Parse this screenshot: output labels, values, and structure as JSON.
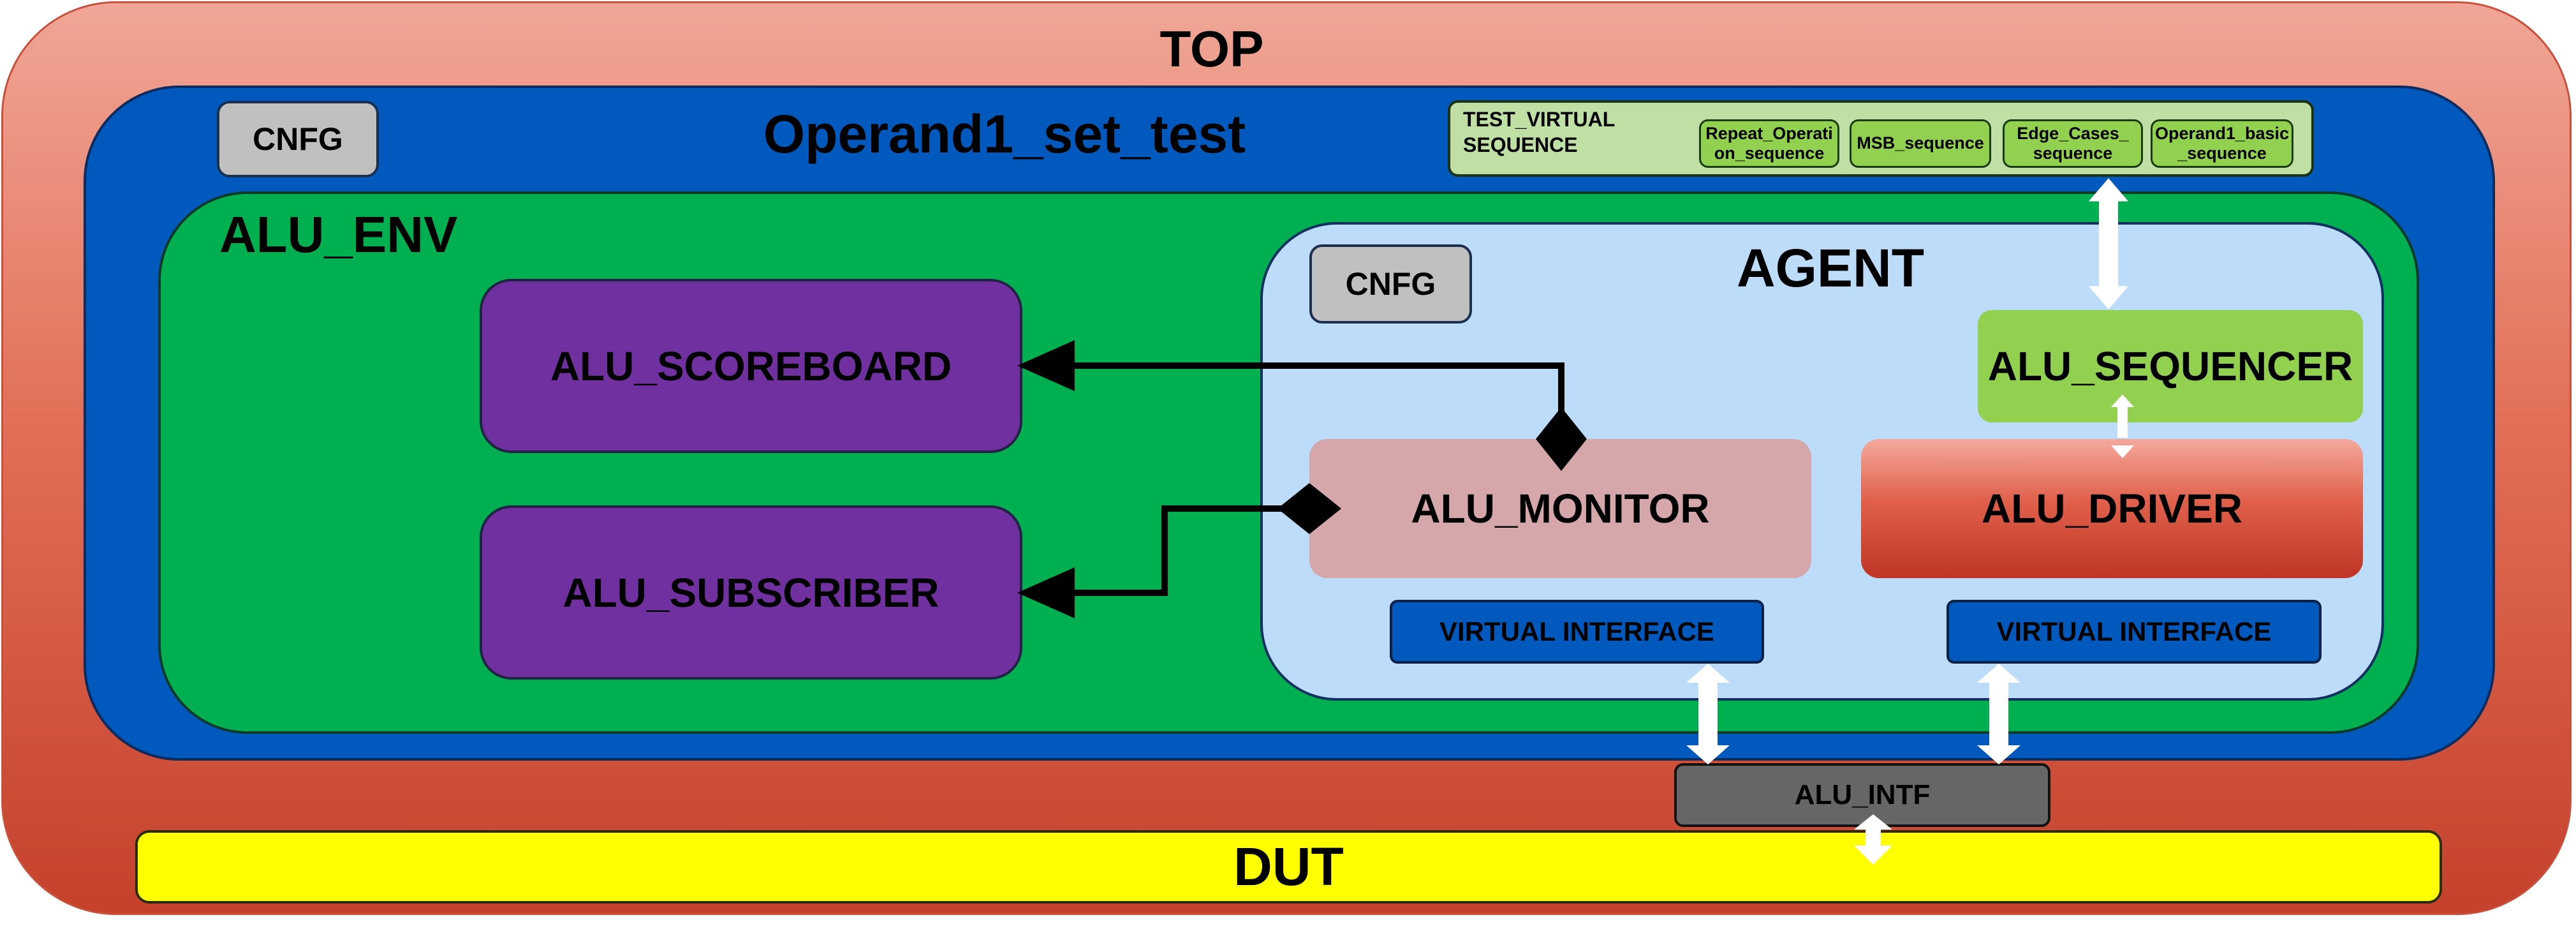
{
  "labels": {
    "top": "TOP",
    "test": "Operand1_set_test",
    "test_cnfg": "CNFG",
    "env": "ALU_ENV",
    "agent": "AGENT",
    "agent_cnfg": "CNFG",
    "scoreboard": "ALU_SCOREBOARD",
    "subscriber": "ALU_SUBSCRIBER",
    "monitor": "ALU_MONITOR",
    "driver": "ALU_DRIVER",
    "sequencer": "ALU_SEQUENCER",
    "vif_monitor": "VIRTUAL INTERFACE",
    "vif_driver": "VIRTUAL INTERFACE",
    "intf": "ALU_INTF",
    "dut": "DUT"
  },
  "virtual_sequence": {
    "title_line1": "TEST_VIRTUAL",
    "title_line2": "SEQUENCE",
    "items": [
      {
        "line1": "Repeat_Operati",
        "line2": "on_sequence"
      },
      {
        "line1": "MSB_sequence",
        "line2": ""
      },
      {
        "line1": "Edge_Cases_",
        "line2": "sequence"
      },
      {
        "line1": "Operand1_basic",
        "line2": "_sequence"
      }
    ]
  },
  "colors": {
    "top": "#e8735e",
    "test": "#0159bd",
    "env": "#00b050",
    "agent": "#bddcfa",
    "component": "#7030a0",
    "monitor": "#d5a6aa",
    "driver": "#d9533f",
    "sequencer": "#92d050",
    "intf": "#666666",
    "dut": "#ffff00"
  }
}
